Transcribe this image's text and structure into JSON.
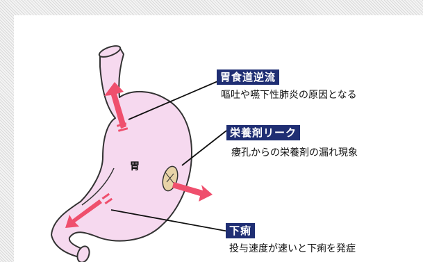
{
  "organ_label": "胃",
  "annotations": [
    {
      "title": "胃食道逆流",
      "description": "嘔吐や嚥下性肺炎の原因となる"
    },
    {
      "title": "栄養剤リーク",
      "description": "瘻孔からの栄養剤の漏れ現象"
    },
    {
      "title": "下痢",
      "description": "投与速度が速いと下痢を発症"
    }
  ],
  "colors": {
    "stomach_fill": "#f6d9ef",
    "stomach_outline": "#333333",
    "arrow": "#ef4f6d",
    "badge": "#1f2e73"
  },
  "icons": [
    "stomach-illustration",
    "reflux-arrow",
    "leak-arrow",
    "diarrhea-arrow",
    "gastrostomy-tube"
  ]
}
